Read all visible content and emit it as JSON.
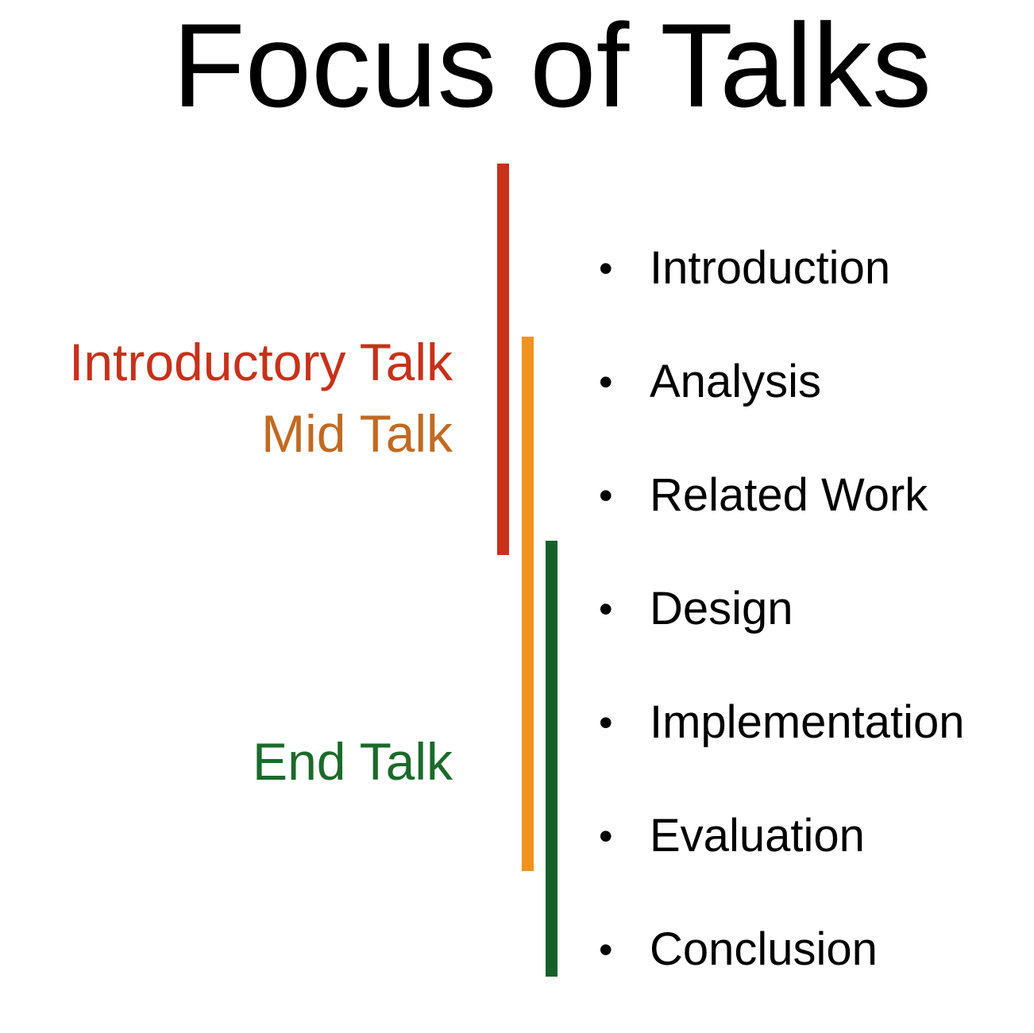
{
  "title": "Focus of Talks",
  "phases": [
    {
      "id": "intro",
      "label": "Introductory Talk",
      "color": "#c7311a",
      "bar_color": "#c7311a"
    },
    {
      "id": "mid",
      "label": "Mid Talk",
      "color": "#c06a22",
      "bar_color": "#f0921f"
    },
    {
      "id": "end",
      "label": "End Talk",
      "color": "#1b6a2a",
      "bar_color": "#16612a"
    }
  ],
  "bullet_glyph": "•",
  "sections": [
    "Introduction",
    "Analysis",
    "Related Work",
    "Design",
    "Implementation",
    "Evaluation",
    "Conclusion"
  ]
}
